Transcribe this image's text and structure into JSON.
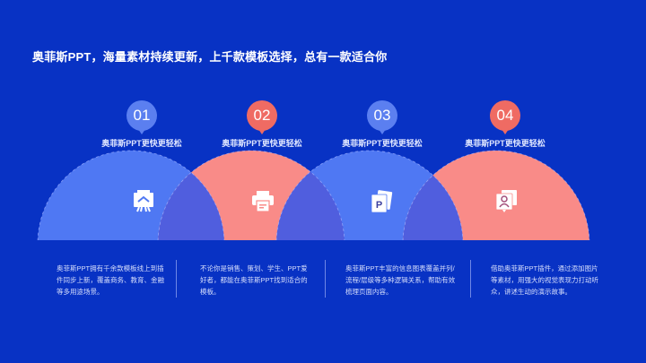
{
  "title": "奥菲斯PPT，海量素材持续更新，上千款模板选择，总有一款适合你",
  "colors": {
    "background": "#0832c4",
    "blue": "#4f78f3",
    "pink": "#f98b88",
    "overlap": "#505ede",
    "badge_blue": "#5b7ff0",
    "badge_red": "#ef6b63"
  },
  "items": [
    {
      "number": "01",
      "subtitle": "奥菲斯PPT更快更轻松",
      "icon": "presentation-board-icon",
      "color": "blue",
      "description": "奥菲斯PPT拥有千余款模板线上到插件同步上新，覆盖商务、教育、金融等多用途场景。"
    },
    {
      "number": "02",
      "subtitle": "奥菲斯PPT更快更轻松",
      "icon": "printer-icon",
      "color": "pink",
      "description": "不论你是销售、策划、学生、PPT爱好者，都能在奥菲斯PPT找到适合的模板。"
    },
    {
      "number": "03",
      "subtitle": "奥菲斯PPT更快更轻松",
      "icon": "ppt-files-icon",
      "color": "blue",
      "description": "奥菲斯PPT丰富的信息图表覆盖并列/流程/层级等多种逻辑关系，帮助有效梳理页面内容。"
    },
    {
      "number": "04",
      "subtitle": "奥菲斯PPT更快更轻松",
      "icon": "user-photos-icon",
      "color": "pink",
      "description": "借助奥菲斯PPT插件，通过添加图片等素材，用强大的视觉表现力打动听众，讲述生动的演示故事。"
    }
  ]
}
